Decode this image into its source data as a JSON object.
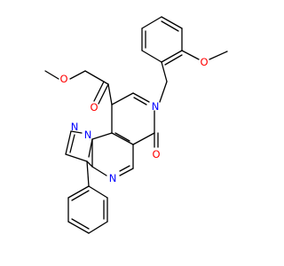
{
  "molecule": {
    "colors": {
      "bond": "#000000",
      "oxygen": "#ff0000",
      "nitrogen": "#0000ff",
      "background": "#ffffff"
    },
    "atom_labels": {
      "o_methoxy": "O",
      "o_ester_single": "O",
      "o_ester_carbonyl": "O",
      "o_lactam": "O",
      "n_pyridone": "N",
      "n_pyrazole_1": "N",
      "n_pyrazole_2": "N",
      "n_pyrimidine": "N"
    }
  }
}
